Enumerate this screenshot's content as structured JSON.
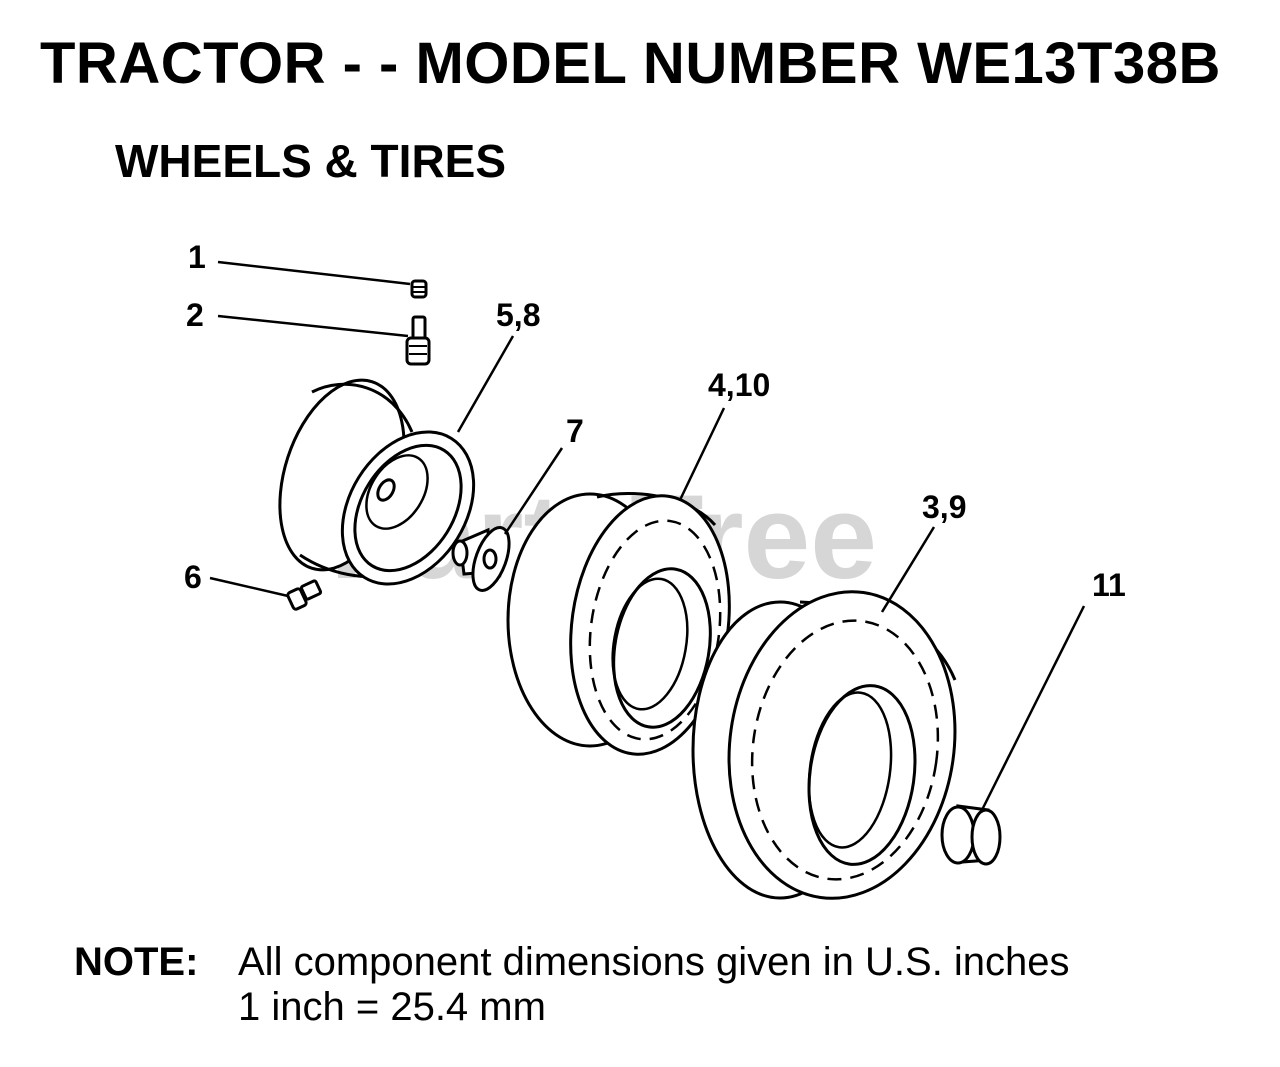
{
  "header": {
    "title": "TRACTOR - - MODEL NUMBER WE13T38B",
    "subtitle": "WHEELS & TIRES"
  },
  "callouts": {
    "c1": "1",
    "c2": "2",
    "c58": "5,8",
    "c410": "4,10",
    "c7": "7",
    "c39": "3,9",
    "c6": "6",
    "c11": "11"
  },
  "watermark": "PartsTree",
  "note": {
    "label": "NOTE:",
    "line1": "All component dimensions given in U.S. inches",
    "line2": "1 inch = 25.4 mm"
  }
}
